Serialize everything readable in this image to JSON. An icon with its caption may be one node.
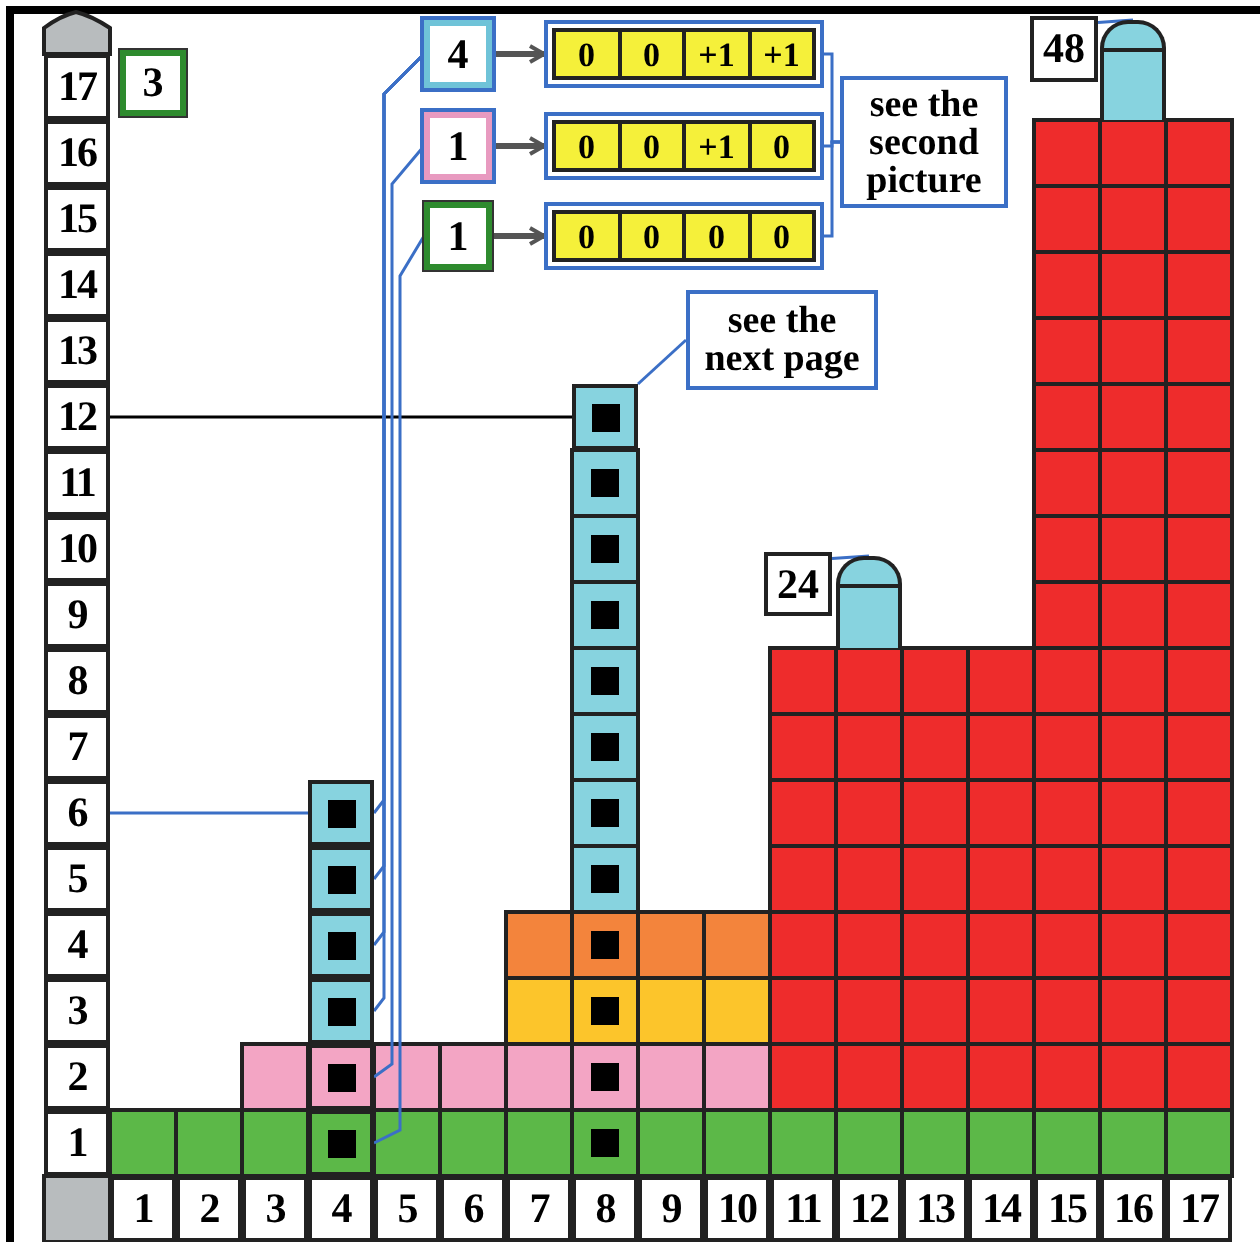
{
  "diagram": {
    "nodes": [
      {
        "text": [
          "3"
        ]
      },
      {
        "text": [
          "17"
        ]
      },
      {
        "text": [
          "16"
        ]
      },
      {
        "text": [
          "15"
        ]
      },
      {
        "text": [
          "14"
        ]
      },
      {
        "text": [
          "13"
        ]
      },
      {
        "text": [
          "12"
        ]
      },
      {
        "text": [
          "11"
        ]
      },
      {
        "text": [
          "10"
        ]
      },
      {
        "text": [
          "9"
        ]
      },
      {
        "text": [
          "8"
        ]
      },
      {
        "text": [
          "7"
        ]
      },
      {
        "text": [
          "6"
        ]
      },
      {
        "text": [
          "5"
        ]
      },
      {
        "text": [
          "4"
        ]
      },
      {
        "text": [
          "3"
        ]
      },
      {
        "text": [
          "2"
        ]
      },
      {
        "text": [
          "1"
        ]
      },
      {
        "text": [
          "4"
        ]
      },
      {
        "text": [
          "0",
          "0",
          "+1",
          "+1"
        ]
      },
      {
        "text": [
          "1"
        ]
      },
      {
        "text": [
          "0",
          "0",
          "+1",
          "0"
        ]
      },
      {
        "text": [
          "1"
        ]
      },
      {
        "text": [
          "0",
          "0",
          "0",
          "0"
        ]
      },
      {
        "text": [
          "see the second picture"
        ]
      },
      {
        "text": [
          "48"
        ]
      },
      {
        "text": [],
        "shape": "cylinder"
      },
      {
        "text": [
          "see the next page"
        ]
      },
      {
        "text": [],
        "shape": "box"
      },
      {
        "text": [
          "24"
        ]
      },
      {
        "text": [],
        "shape": "cylinder"
      },
      {
        "text": [],
        "shape": "box"
      },
      {
        "text": [],
        "shape": "box"
      },
      {
        "text": [],
        "shape": "box"
      },
      {
        "text": [],
        "shape": "box"
      },
      {
        "text": [],
        "shape": "box"
      },
      {
        "text": [],
        "shape": "box"
      },
      {
        "text": [
          "1"
        ]
      },
      {
        "text": [
          "2"
        ]
      },
      {
        "text": [
          "3"
        ]
      },
      {
        "text": [
          "4"
        ]
      },
      {
        "text": [
          "5"
        ]
      },
      {
        "text": [
          "6"
        ]
      },
      {
        "text": [
          "7"
        ]
      },
      {
        "text": [
          "8"
        ]
      },
      {
        "text": [
          "9"
        ]
      },
      {
        "text": [
          "10"
        ]
      },
      {
        "text": [
          "11"
        ]
      },
      {
        "text": [
          "12"
        ]
      },
      {
        "text": [
          "13"
        ]
      },
      {
        "text": [
          "14"
        ]
      },
      {
        "text": [
          "15"
        ]
      },
      {
        "text": [
          "16"
        ]
      },
      {
        "text": [
          "17"
        ]
      }
    ],
    "edges": [
      {
        "from": 12,
        "to": 31,
        "arrow": "none"
      },
      {
        "from": 6,
        "to": 28,
        "arrow": "none",
        "color": "#000000"
      },
      {
        "from": 18,
        "to": 19,
        "arrow": "to",
        "style": "thick",
        "color": "#555555"
      },
      {
        "from": 20,
        "to": 21,
        "arrow": "to",
        "style": "thick",
        "color": "#555555"
      },
      {
        "from": 22,
        "to": 23,
        "arrow": "to",
        "style": "thick",
        "color": "#555555"
      },
      {
        "from": 24,
        "to": 19,
        "arrow": "none"
      },
      {
        "from": 24,
        "to": 21,
        "arrow": "none"
      },
      {
        "from": 24,
        "to": 23,
        "arrow": "none"
      },
      {
        "from": 18,
        "to": 31,
        "arrow": "none"
      },
      {
        "from": 18,
        "to": 32,
        "arrow": "none"
      },
      {
        "from": 18,
        "to": 33,
        "arrow": "none"
      },
      {
        "from": 18,
        "to": 34,
        "arrow": "none"
      },
      {
        "from": 20,
        "to": 35,
        "arrow": "none"
      },
      {
        "from": 22,
        "to": 36,
        "arrow": "none"
      },
      {
        "from": 27,
        "to": 28,
        "arrow": "none"
      },
      {
        "from": 25,
        "to": 26,
        "arrow": "none"
      },
      {
        "from": 29,
        "to": 30,
        "arrow": "none"
      }
    ]
  }
}
